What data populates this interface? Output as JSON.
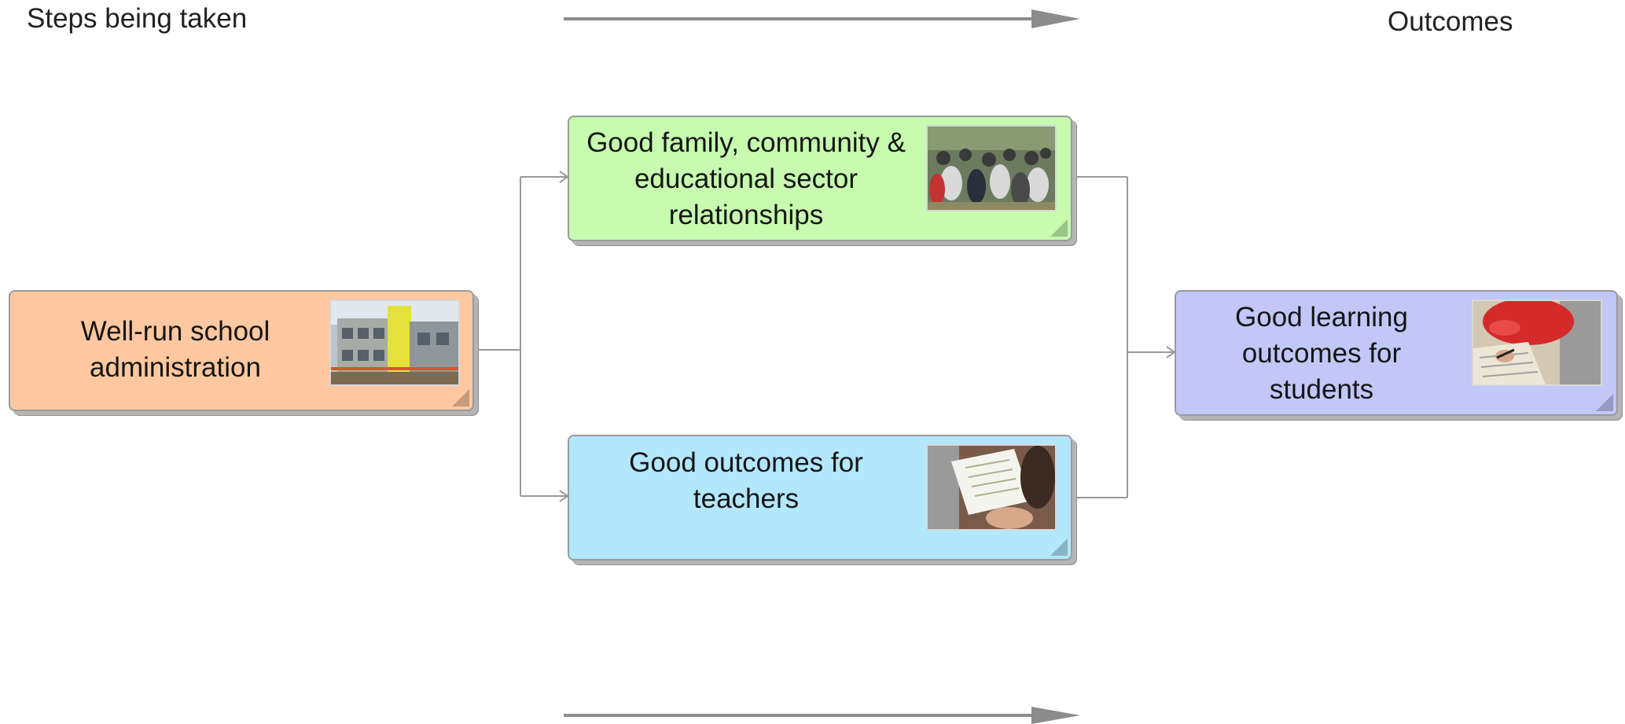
{
  "header": {
    "left_label": "Steps being taken",
    "right_label": "Outcomes"
  },
  "nodes": {
    "admin": {
      "text": "Well-run school administration",
      "fill": "#ffc8a0",
      "image_icon": "school-building-photo-icon"
    },
    "relationships": {
      "text": "Good family, community & educational sector relationships",
      "fill": "#c6fbb0",
      "image_icon": "crowd-photo-icon"
    },
    "teachers": {
      "text": "Good outcomes for teachers",
      "fill": "#b3e7fe",
      "image_icon": "reading-paper-photo-icon"
    },
    "students": {
      "text": "Good learning outcomes for students",
      "fill": "#c2c7f8",
      "image_icon": "student-writing-photo-icon"
    }
  },
  "colors": {
    "connector": "#9a9a9a",
    "arrow": "#8c8c8c"
  }
}
